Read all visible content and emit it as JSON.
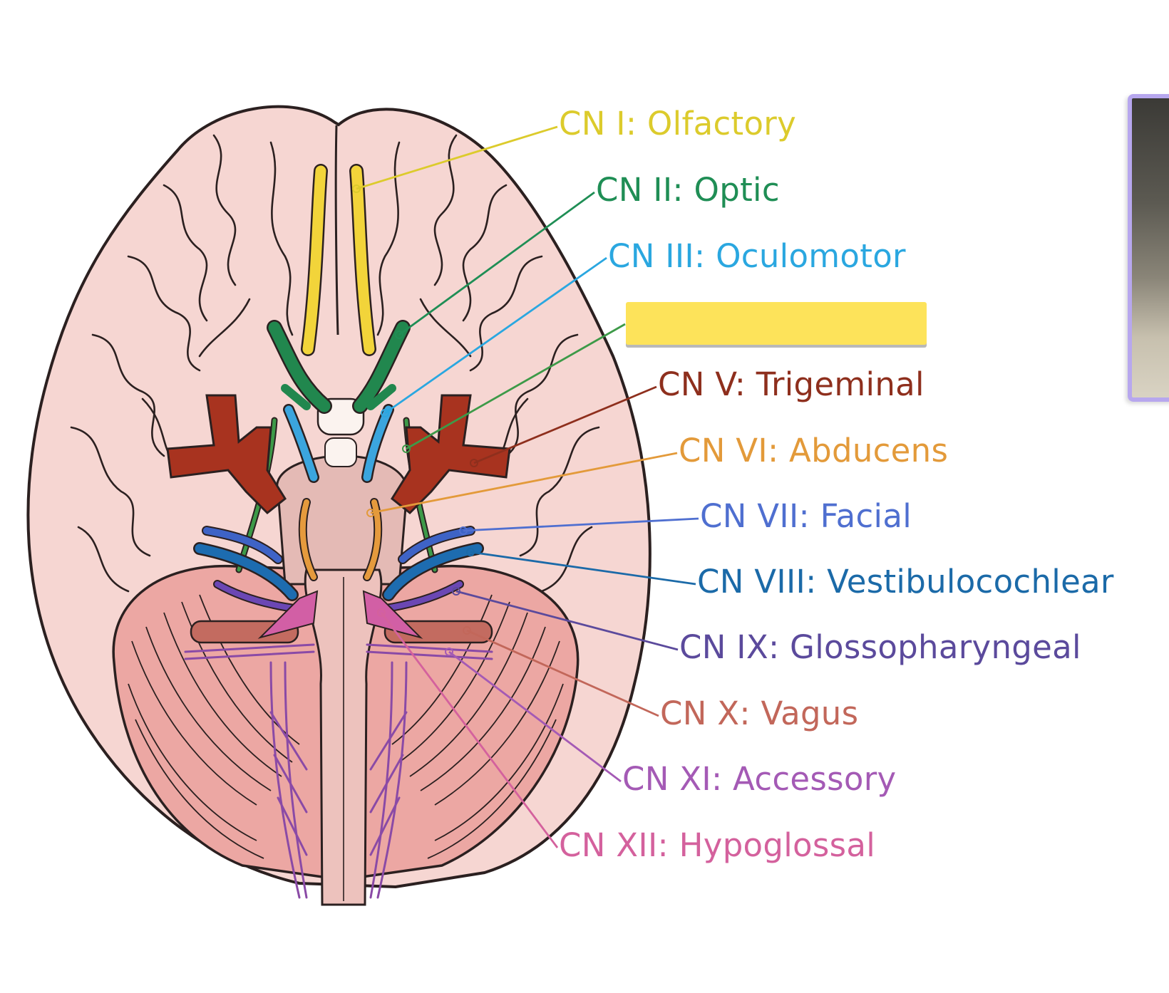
{
  "labels": [
    {
      "id": "cn1",
      "text": "CN I: Olfactory",
      "color": "#dccb2c"
    },
    {
      "id": "cn2",
      "text": "CN II: Optic",
      "color": "#1f8e55"
    },
    {
      "id": "cn3",
      "text": "CN III: Oculomotor",
      "color": "#2aa7e0"
    },
    {
      "id": "cn5",
      "text": "CN V: Trigeminal",
      "color": "#8e2f1d"
    },
    {
      "id": "cn6",
      "text": "CN VI: Abducens",
      "color": "#e39a3a"
    },
    {
      "id": "cn7",
      "text": "CN VII: Facial",
      "color": "#4f6fd0"
    },
    {
      "id": "cn8",
      "text": "CN VIII: Vestibulocochlear",
      "color": "#1b6aa8"
    },
    {
      "id": "cn9",
      "text": "CN IX: Glossopharyngeal",
      "color": "#5b4a9c"
    },
    {
      "id": "cn10",
      "text": "CN X: Vagus",
      "color": "#c2675a"
    },
    {
      "id": "cn11",
      "text": "CN XI: Accessory",
      "color": "#a45ab5"
    },
    {
      "id": "cn12",
      "text": "CN XII: Hypoglossal",
      "color": "#d4619d"
    }
  ],
  "hidden_label": {
    "id": "cn4",
    "note_color": "#fde35a",
    "line_color": "#3d9a48"
  },
  "colors": {
    "brain_fill": "#f6d6d2",
    "outline": "#2b2020",
    "cerebellum": "#eca7a3",
    "brainstem": "#edc2bd",
    "olfactory": "#f2d43a",
    "optic": "#21874e",
    "oculomotor": "#3ba5de",
    "trochlear": "#3d9a48",
    "trigeminal": "#a8331f",
    "abducens": "#e59a3d",
    "facial": "#3e63c6",
    "vestibulocochlear": "#1d6cb0",
    "glossopharyngeal": "#6b47b4",
    "vagus": "#c36b60",
    "accessory": "#8a4aa6",
    "hypoglossal": "#d25fa5"
  }
}
